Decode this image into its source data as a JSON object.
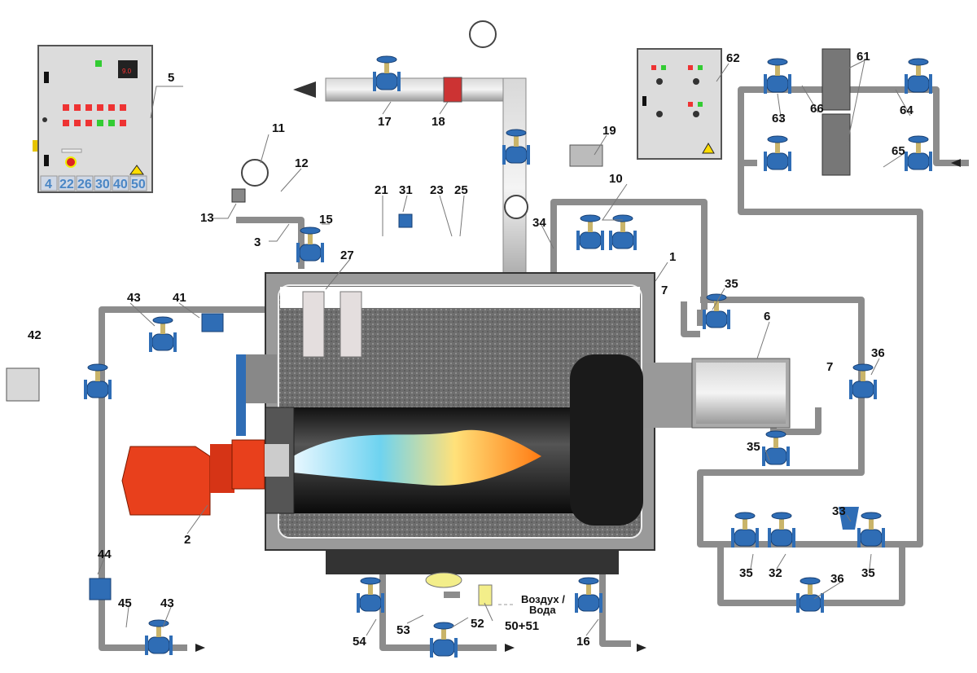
{
  "labels": {
    "l5": "5",
    "l11": "11",
    "l12": "12",
    "l13": "13",
    "l3": "3",
    "l15": "15",
    "l27": "27",
    "l43a": "43",
    "l41": "41",
    "l42": "42",
    "l21": "21",
    "l31": "31",
    "l23": "23",
    "l25": "25",
    "l17": "17",
    "l18": "18",
    "l19": "19",
    "l34": "34",
    "l10": "10",
    "l1": "1",
    "l7a": "7",
    "l35a": "35",
    "l6": "6",
    "l7b": "7",
    "l36a": "36",
    "l35b": "35",
    "l33": "33",
    "l35c": "35",
    "l32": "32",
    "l36b": "36",
    "l35d": "35",
    "l2": "2",
    "l44": "44",
    "l45": "45",
    "l43b": "43",
    "l54": "54",
    "l53": "53",
    "l52": "52",
    "l5051": "50+51",
    "l16": "16",
    "l62": "62",
    "l61": "61",
    "l66": "66",
    "l63": "63",
    "l64": "64",
    "l65": "65"
  },
  "medium_note": {
    "line1": "Воздух /",
    "line2": "Вода"
  },
  "control_panel": {
    "tags": [
      "4",
      "22",
      "26",
      "30",
      "40",
      "50"
    ]
  },
  "colors": {
    "valve": "#2f6db5",
    "burner": "#e8401c",
    "pipe": "#8c8c8c",
    "panel": "#dcdcdc"
  }
}
